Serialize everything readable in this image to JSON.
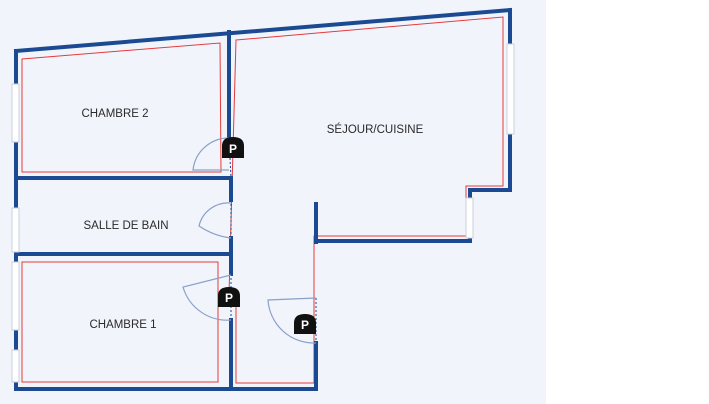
{
  "floor_plan": {
    "rooms": [
      {
        "id": "chambre-2",
        "label": "CHAMBRE 2"
      },
      {
        "id": "sejour-cuisine",
        "label": "SÉJOUR/CUISINE"
      },
      {
        "id": "salle-de-bain",
        "label": "SALLE DE BAIN"
      },
      {
        "id": "chambre-1",
        "label": "CHAMBRE 1"
      }
    ],
    "markers": [
      {
        "id": "marker-upper",
        "label": "P"
      },
      {
        "id": "marker-lower",
        "label": "P"
      },
      {
        "id": "marker-entrance",
        "label": "P"
      }
    ]
  },
  "colors": {
    "floor_fill": "#f2f4fb",
    "wall": "#1b4a92",
    "room_outline": "#e53a3a",
    "door_swing": "#8aa0c8",
    "window": "#c9cfd8",
    "marker_fill": "#111111",
    "marker_text": "#ffffff",
    "right_panel": "#ffffff"
  },
  "icons": {
    "marker": "parking-p-icon",
    "window": "window-icon",
    "door": "door-swing-icon"
  }
}
